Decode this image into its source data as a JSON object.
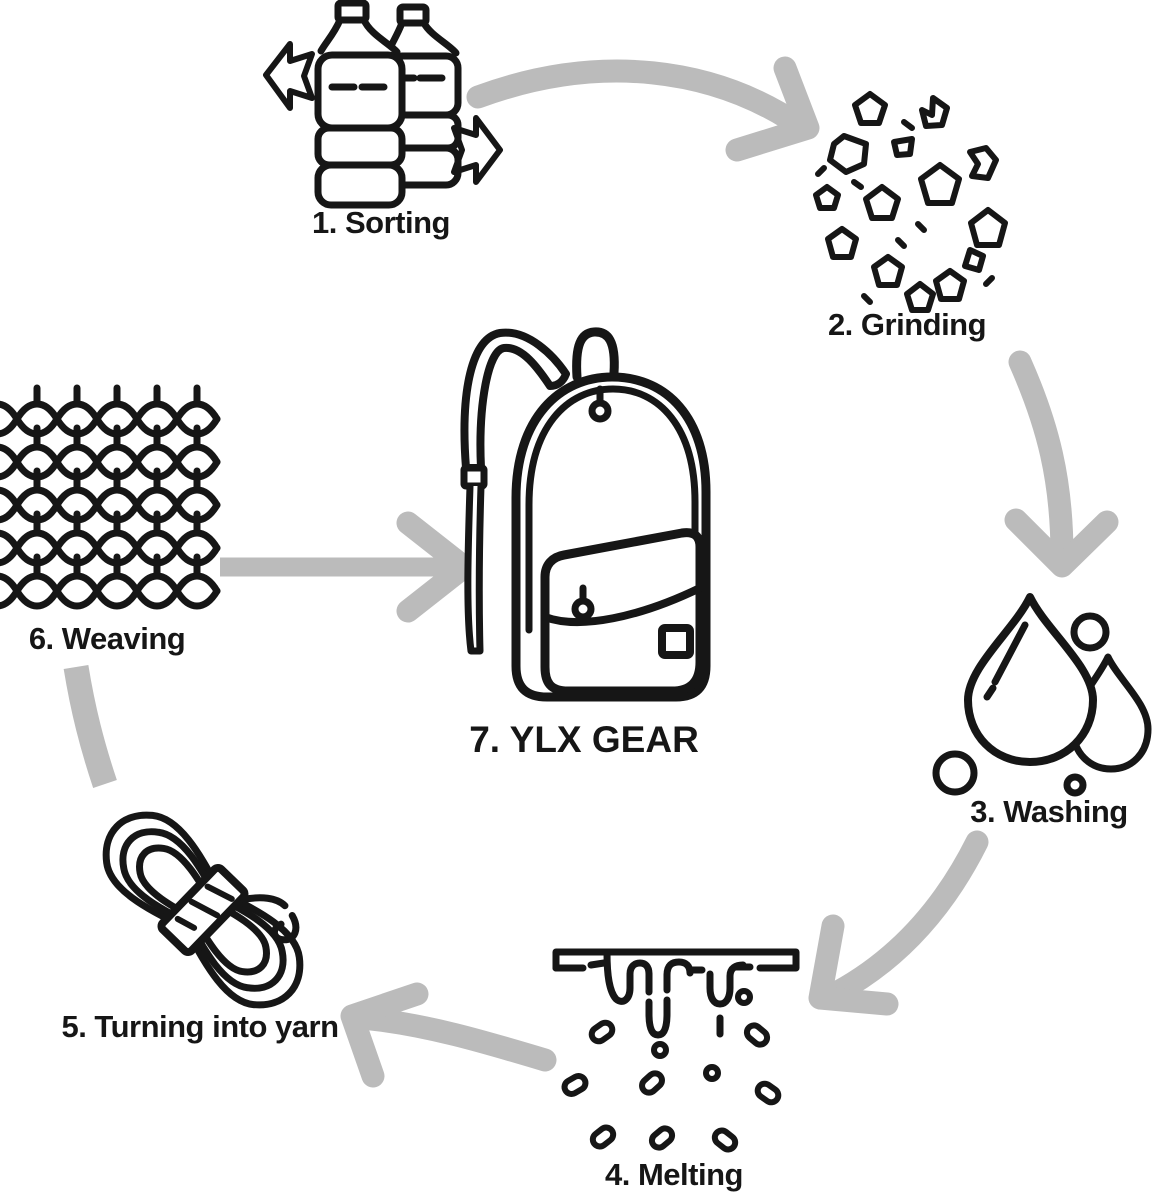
{
  "diagram": {
    "type": "recycling-process-cycle",
    "background": "#ffffff",
    "line_color": "#161616",
    "arrow_color": "#bbbbbb",
    "steps": [
      {
        "label": "1. Sorting",
        "icon": "plastic-bottles-sorting"
      },
      {
        "label": "2. Grinding",
        "icon": "plastic-flakes"
      },
      {
        "label": "3. Washing",
        "icon": "water-drops"
      },
      {
        "label": "4. Melting",
        "icon": "melting-plastic"
      },
      {
        "label": "5. Turning into yarn",
        "icon": "yarn-skein"
      },
      {
        "label": "6. Weaving",
        "icon": "woven-fabric"
      },
      {
        "label": "7. YLX GEAR",
        "icon": "backpack"
      }
    ],
    "arrows": [
      {
        "from": "1. Sorting",
        "to": "2. Grinding"
      },
      {
        "from": "2. Grinding",
        "to": "3. Washing"
      },
      {
        "from": "3. Washing",
        "to": "4. Melting"
      },
      {
        "from": "4. Melting",
        "to": "5. Turning into yarn"
      },
      {
        "from": "5. Turning into yarn",
        "to": "6. Weaving"
      },
      {
        "from": "6. Weaving",
        "to": "7. YLX GEAR"
      }
    ]
  }
}
